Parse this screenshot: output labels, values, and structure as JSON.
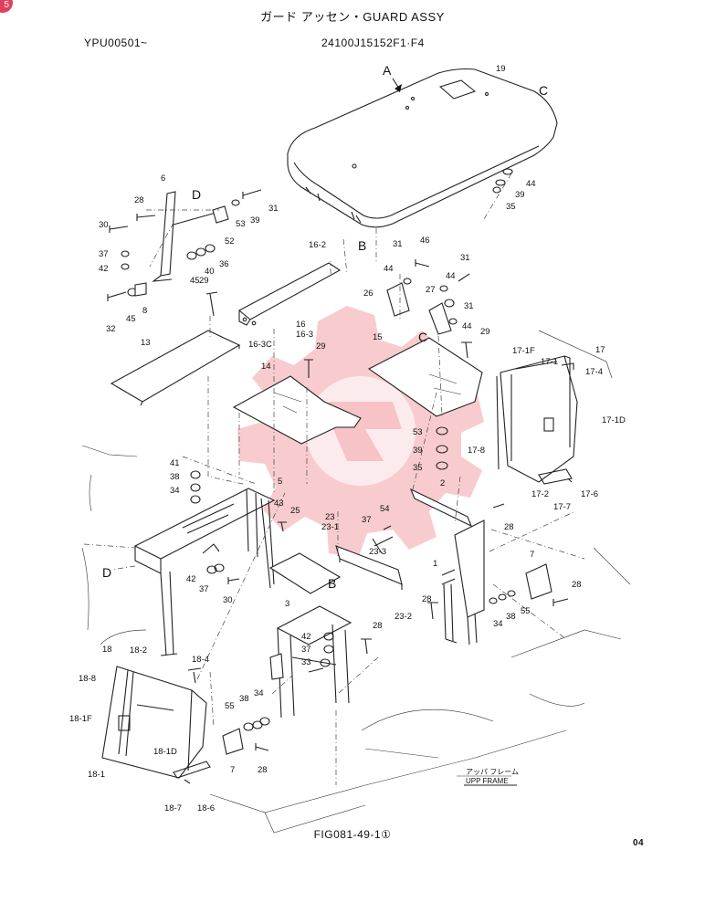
{
  "header": {
    "title": "ガード アッセン・GUARD ASSY",
    "serial_range": "YPU00501~",
    "part_number": "24100J15152F1·F4"
  },
  "footer": {
    "figure_number": "FIG081-49-1①",
    "page_code": "04"
  },
  "badge": "5",
  "view_markers": {
    "A": "A",
    "B_top": "B",
    "B_mid": "B",
    "C_right": "C",
    "C_mid": "C",
    "D_top": "D",
    "D_left": "D"
  },
  "frame_note": {
    "jp": "アッパ フレーム",
    "en": "UPP FRAME"
  },
  "watermark": {
    "color": "#f2a3a8"
  },
  "part_labels": {
    "p19": "19",
    "p44a": "44",
    "p39a": "39",
    "p35a": "35",
    "p6": "6",
    "p28a": "28",
    "p30a": "30",
    "p37a": "37",
    "p42a": "42",
    "p53a": "53",
    "p39b": "39",
    "p31a": "31",
    "p52": "52",
    "p36": "36",
    "p45a": "45",
    "p40": "40",
    "p29a": "29",
    "p8": "8",
    "p32": "32",
    "p45b": "45",
    "p13": "13",
    "p16_2": "16-2",
    "p16": "16",
    "p16_3": "16-3",
    "p16_3c": "16-3C",
    "p14": "14",
    "p29b": "29",
    "p31b": "31",
    "p46": "46",
    "p31c": "31",
    "p44b": "44",
    "p44c": "44",
    "p26": "26",
    "p27": "27",
    "p31d": "31",
    "p44d": "44",
    "p29c": "29",
    "p15": "15",
    "p53b": "53",
    "p39c": "39",
    "p35b": "35",
    "p17": "17",
    "p17_1f": "17-1F",
    "p17_1": "17-1",
    "p17_4": "17-4",
    "p17_1d": "17-1D",
    "p17_8": "17-8",
    "p17_2": "17-2",
    "p17_6": "17-6",
    "p17_7": "17-7",
    "p41": "41",
    "p38a": "38",
    "p34a": "34",
    "p5": "5",
    "p43": "43",
    "p25": "25",
    "p42b": "42",
    "p37b": "37",
    "p30b": "30",
    "p23": "23",
    "p23_1": "23-1",
    "p37c": "37",
    "p54": "54",
    "p23_3": "23-3",
    "p23_2": "23-2",
    "p2": "2",
    "p28b": "28",
    "p1": "1",
    "p3": "3",
    "p28c": "28",
    "p7a": "7",
    "p28d": "28",
    "p55a": "55",
    "p38b": "38",
    "p34b": "34",
    "p42c": "42",
    "p37d": "37",
    "p33": "33",
    "p28e": "28",
    "p18": "18",
    "p18_2": "18-2",
    "p18_4": "18-4",
    "p18_8": "18-8",
    "p18_1f": "18-1F",
    "p18_1d": "18-1D",
    "p18_1": "18-1",
    "p18_7": "18-7",
    "p18_6": "18-6",
    "p55b": "55",
    "p38c": "38",
    "p34c": "34",
    "p7b": "7",
    "p28f": "28"
  }
}
